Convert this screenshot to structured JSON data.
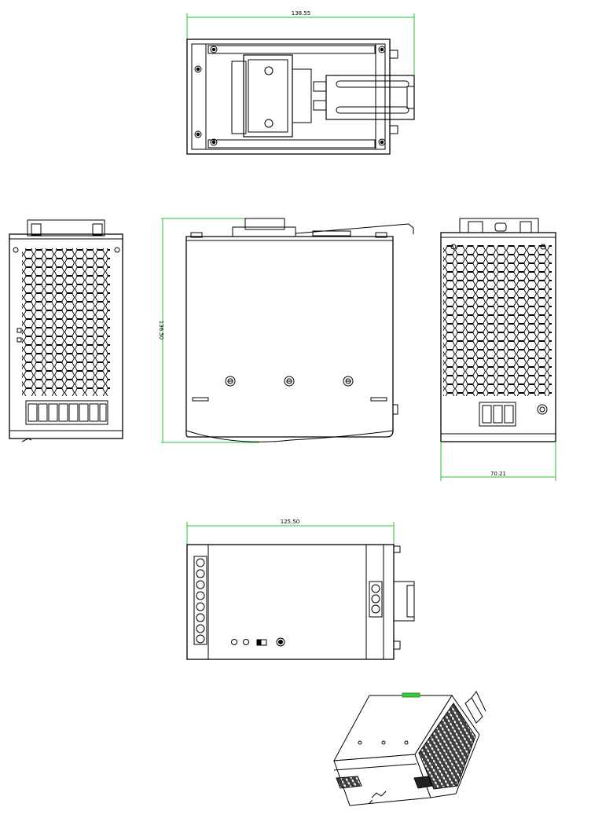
{
  "dimensions": {
    "top_width": "138.55",
    "side_height": "136.50",
    "right_depth": "70.21",
    "bottom_width": "125.50"
  },
  "colors": {
    "outline": "#000000",
    "dimension_line": "#2dbf2d",
    "background": "#ffffff",
    "accent_green": "#3cc83c"
  },
  "views": [
    "top-view",
    "left-end-view",
    "front-view",
    "right-end-view",
    "bottom-view",
    "isometric-view"
  ]
}
